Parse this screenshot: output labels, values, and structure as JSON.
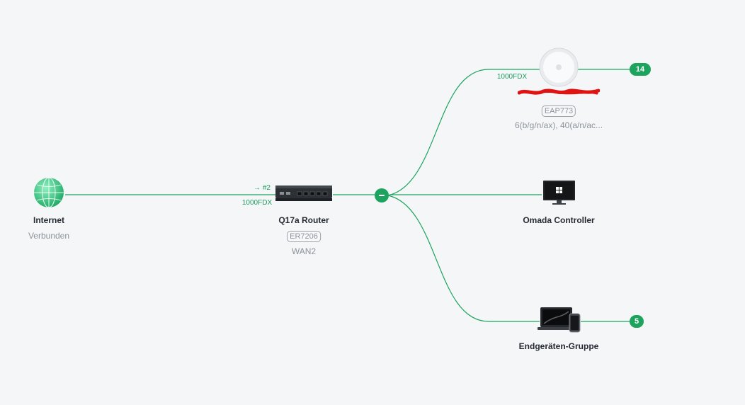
{
  "nodes": {
    "internet": {
      "name": "Internet",
      "status": "Verbunden"
    },
    "router": {
      "name": "Q17a Router",
      "model": "ER7206",
      "port": "WAN2",
      "wan_speed": "1000FDX",
      "link_port": "→ #2"
    },
    "ap": {
      "model": "EAP773",
      "channels": "6(b/g/n/ax), 40(a/n/ac...",
      "link_speed": "1000FDX",
      "clients": "14"
    },
    "controller": {
      "name": "Omada Controller"
    },
    "clients_group": {
      "name": "Endgeräten-Gruppe",
      "clients": "5"
    }
  },
  "colors": {
    "link": "#1ca35e",
    "badge": "#1ca35e",
    "background": "#f4f6f8",
    "redaction": "#e01212"
  },
  "icons": {
    "internet": "globe-icon",
    "router": "router-icon",
    "ap": "access-point-icon",
    "controller": "monitor-icon",
    "clients_group": "laptop-phone-icon",
    "collapse": "minus-icon"
  }
}
